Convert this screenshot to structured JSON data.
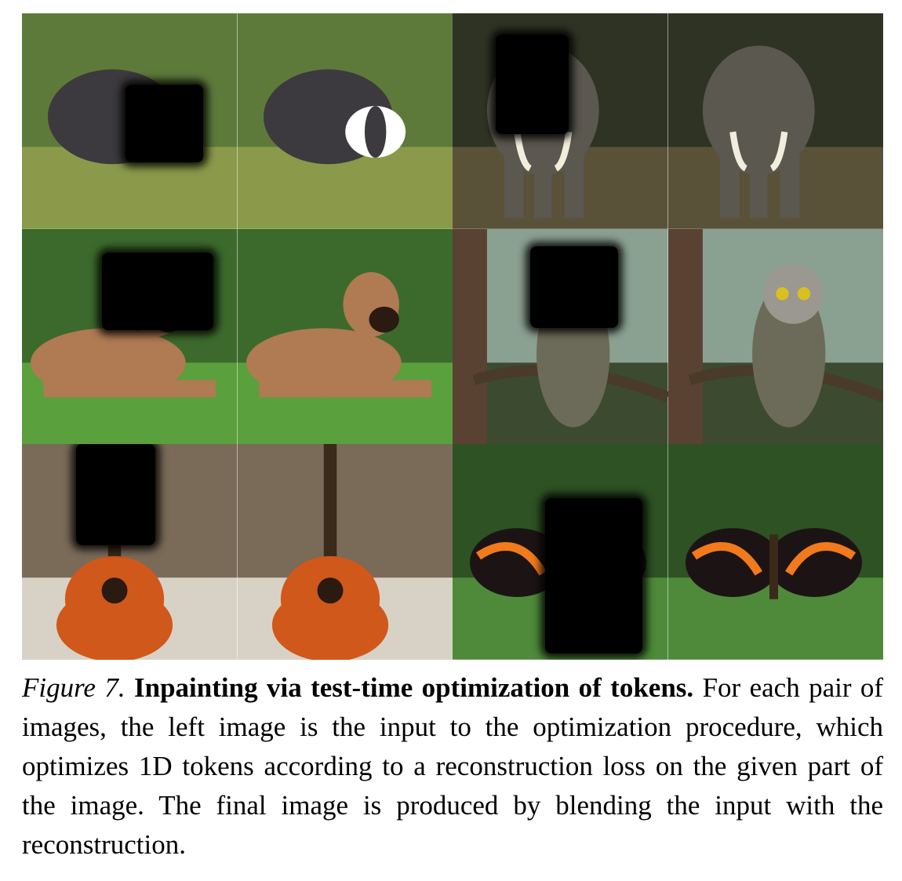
{
  "figure": {
    "rows": [
      {
        "pairs": [
          {
            "subject": "badger",
            "colors": {
              "bg": "#5e7a3a",
              "ground": "#8a9a4a",
              "animal": "#3c3a3e",
              "accent": "#ffffff"
            }
          },
          {
            "subject": "elephant",
            "colors": {
              "bg": "#2f3324",
              "ground": "#5a5238",
              "animal": "#5b5850",
              "accent": "#f2eedd"
            }
          }
        ]
      },
      {
        "pairs": [
          {
            "subject": "dog",
            "colors": {
              "bg": "#3c6a2c",
              "ground": "#5aa03c",
              "animal": "#b07a52",
              "accent": "#2a1a12"
            }
          },
          {
            "subject": "owl",
            "colors": {
              "bg": "#8aa090",
              "ground": "#3c4a30",
              "animal": "#6c6a58",
              "accent": "#e8e6e0"
            }
          }
        ]
      },
      {
        "pairs": [
          {
            "subject": "guitar",
            "colors": {
              "bg": "#7a6a58",
              "ground": "#d8d2c6",
              "animal": "#d0581a",
              "accent": "#2a1a10"
            }
          },
          {
            "subject": "butterfly",
            "colors": {
              "bg": "#2e5224",
              "ground": "#4e8a3a",
              "animal": "#1c1414",
              "accent": "#f07a1c"
            }
          }
        ]
      }
    ]
  },
  "caption": {
    "label": "Figure 7.",
    "title": "Inpainting via test-time optimization of tokens.",
    "body": "For each pair of images, the left image is the input to the optimization procedure, which optimizes 1D tokens according to a reconstruction loss on the given part of the image. The final image is produced by blending the input with the reconstruction."
  }
}
